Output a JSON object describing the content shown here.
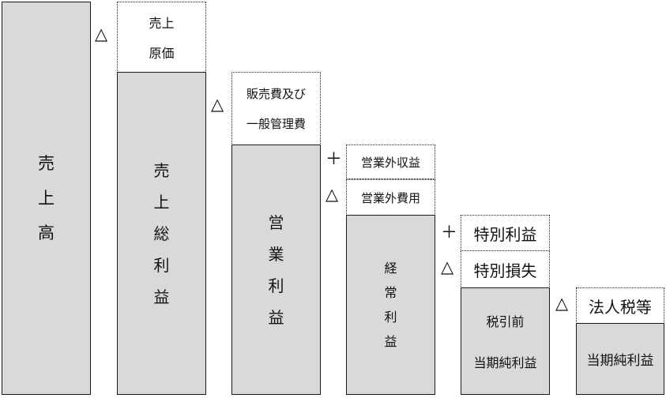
{
  "column1": {
    "label": [
      "売",
      "上",
      "高"
    ]
  },
  "column2": {
    "deduction": {
      "operator": "△",
      "lines": [
        "売上",
        "原価"
      ]
    },
    "result": [
      "売",
      "上",
      "総",
      "利",
      "益"
    ]
  },
  "column3": {
    "deduction": {
      "operator": "△",
      "lines": [
        "販売費及び",
        "一般管理費"
      ]
    },
    "result": [
      "営",
      "業",
      "利",
      "益"
    ]
  },
  "column4": {
    "addition": {
      "operator": "＋",
      "label": "営業外収益"
    },
    "deduction": {
      "operator": "△",
      "label": "営業外費用"
    },
    "result": [
      "経",
      "常",
      "利",
      "益"
    ]
  },
  "column5": {
    "addition": {
      "operator": "＋",
      "label": "特別利益"
    },
    "deduction": {
      "operator": "△",
      "label": "特別損失"
    },
    "result": [
      "税引前",
      "当期純利益"
    ]
  },
  "column6": {
    "deduction": {
      "operator": "△",
      "label": "法人税等"
    },
    "result": "当期純利益"
  }
}
